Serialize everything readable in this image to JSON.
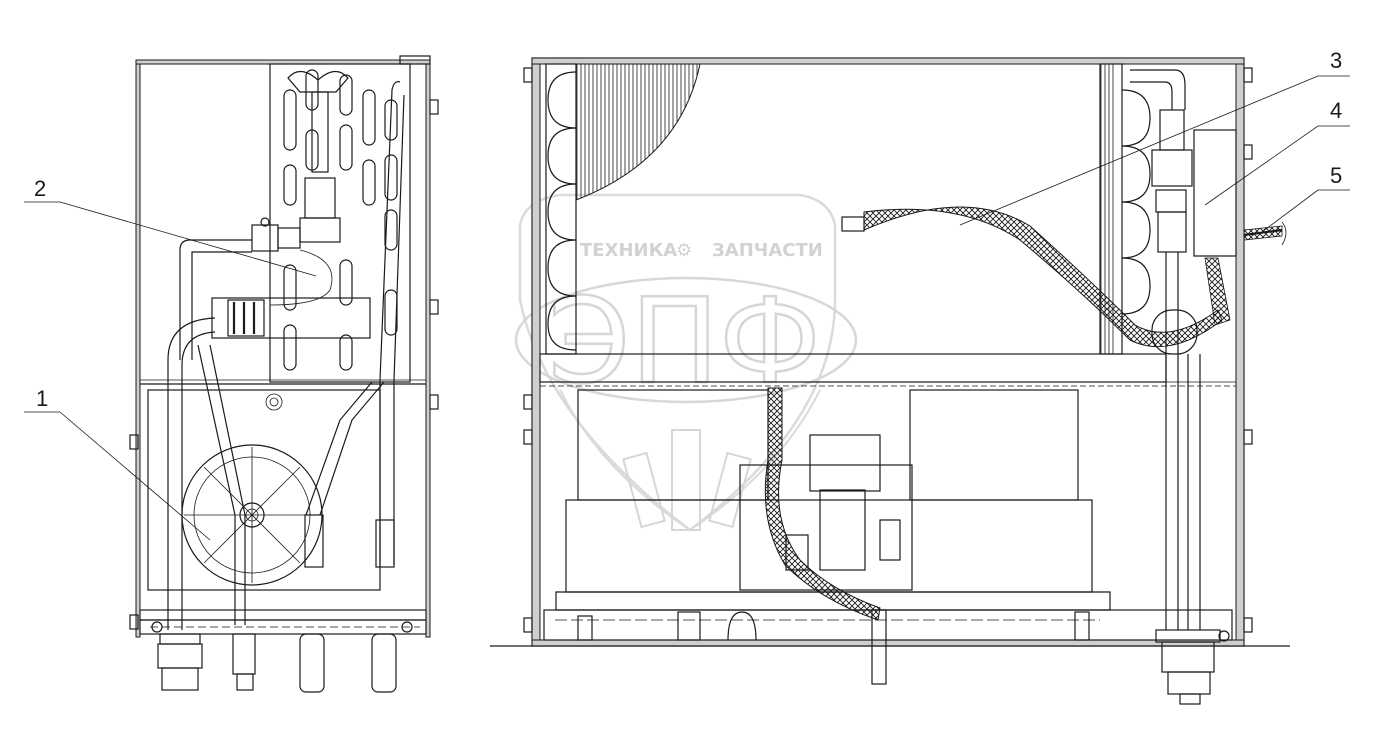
{
  "callouts": [
    {
      "id": "1",
      "label": "1"
    },
    {
      "id": "2",
      "label": "2"
    },
    {
      "id": "3",
      "label": "3"
    },
    {
      "id": "4",
      "label": "4"
    },
    {
      "id": "5",
      "label": "5"
    }
  ],
  "watermark": {
    "line1_left": "ТЕХНИКА",
    "line1_right": "ЗАПЧАСТИ",
    "big": "ЭПФ"
  },
  "colors": {
    "line": "#1a1a1a",
    "hatch": "#cfcfcf",
    "watermark": "#d6d6d6"
  }
}
